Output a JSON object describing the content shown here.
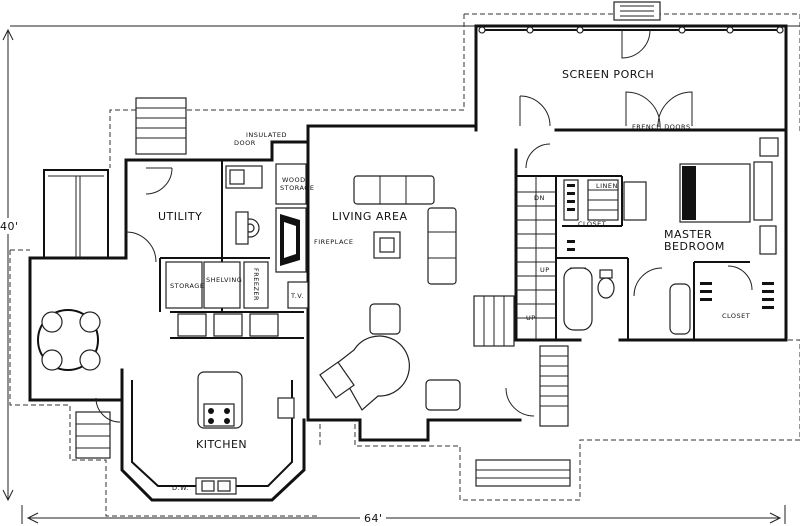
{
  "labels": {
    "screen_porch": "SCREEN PORCH",
    "french_doors": "FRENCH DOORS",
    "insulated_door_1": "INSULATED",
    "insulated_door_2": "DOOR",
    "wood_storage_1": "WOOD",
    "wood_storage_2": "STORAGE",
    "utility": "UTILITY",
    "living_area": "LIVING AREA",
    "fireplace": "FIREPLACE",
    "master_bedroom_1": "MASTER",
    "master_bedroom_2": "BEDROOM",
    "linen": "LINEN",
    "closet_master": "CLOSET",
    "closet_stair": "CLOSET",
    "dn": "DN",
    "up_1": "UP",
    "up_2": "UP",
    "kitchen": "KITCHEN",
    "d_w": "D.W.",
    "tv": "T.V.",
    "storage": "STORAGE",
    "freezer": "FREEZER",
    "shelving": "SHELVING",
    "dimension_width": "64'",
    "dimension_height": "40'"
  }
}
